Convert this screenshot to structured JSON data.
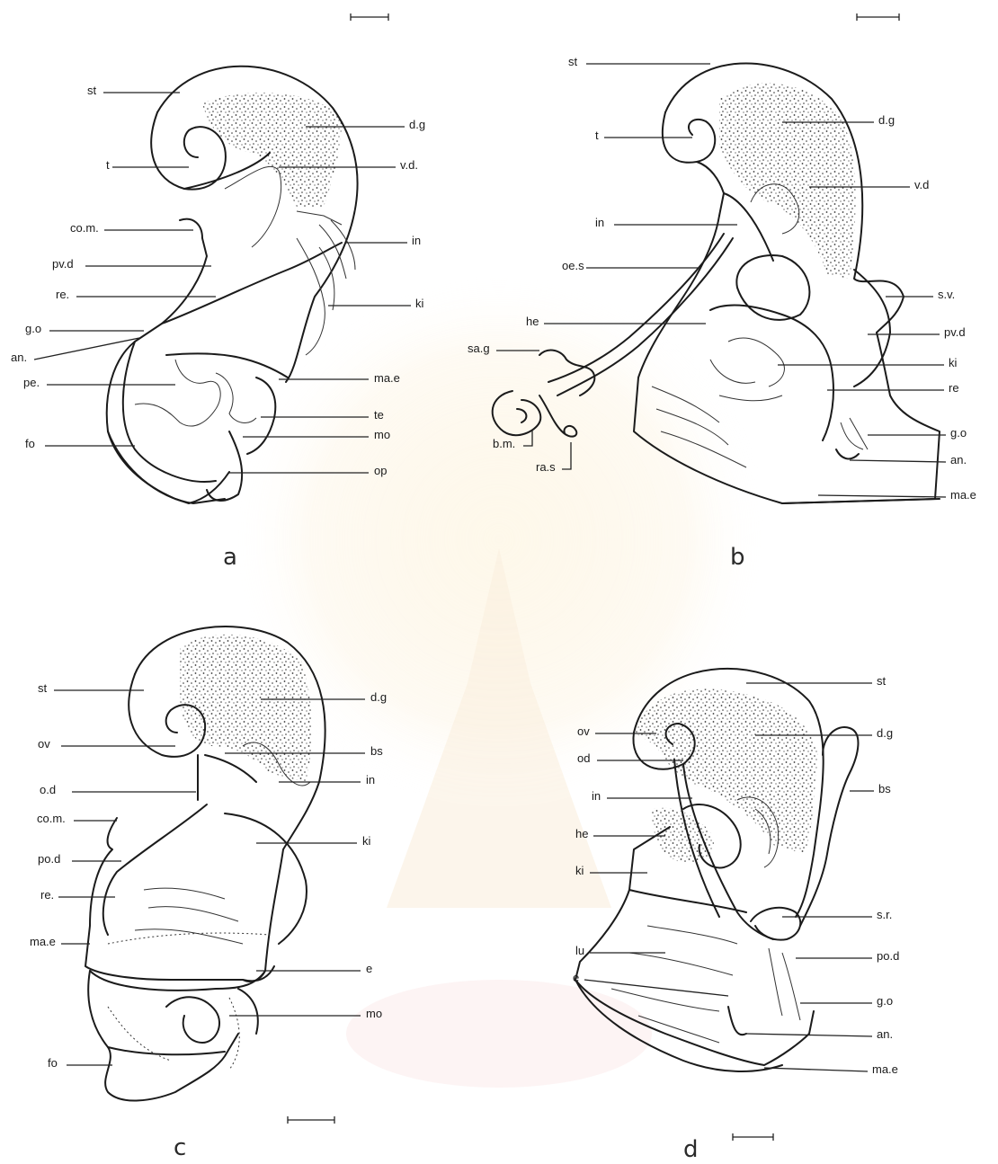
{
  "panels": [
    {
      "letter": "a",
      "labels": [
        "st",
        "t",
        "d.g",
        "v.d.",
        "co.m.",
        "in",
        "pv.d",
        "re.",
        "ki",
        "g.o",
        "an.",
        "pe.",
        "ma.e",
        "te",
        "fo",
        "mo",
        "op"
      ]
    },
    {
      "letter": "b",
      "labels": [
        "st",
        "d.g",
        "t",
        "v.d",
        "in",
        "oe.s",
        "s.v.",
        "he",
        "pv.d",
        "sa.g",
        "ki",
        "re",
        "b.m.",
        "g.o",
        "ra.s",
        "an.",
        "ma.e"
      ]
    },
    {
      "letter": "c",
      "labels": [
        "st",
        "d.g",
        "ov",
        "bs",
        "o.d",
        "in",
        "co.m.",
        "ki",
        "po.d",
        "re.",
        "ma.e",
        "e",
        "mo",
        "fo"
      ]
    },
    {
      "letter": "d",
      "labels": [
        "st",
        "ov",
        "d.g",
        "od",
        "bs",
        "in",
        "he",
        "ki",
        "s.r.",
        "lu",
        "po.d",
        "e",
        "g.o",
        "an.",
        "ma.e"
      ]
    }
  ],
  "scale_bars": 4
}
